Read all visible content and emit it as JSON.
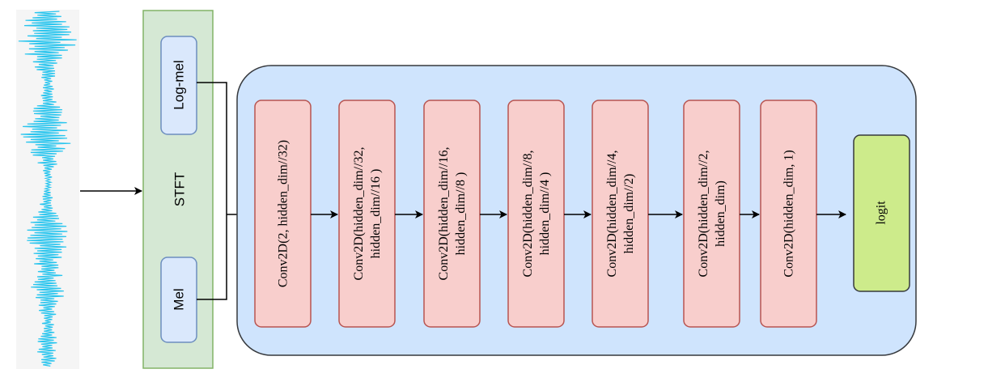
{
  "diagram": {
    "stft_label": "STFT",
    "logmel_label": "Log-mel",
    "mel_label": "Mel",
    "logit_label": "logit",
    "layers": [
      {
        "line1": "Conv2D(2, hidden_dim//32)",
        "line2": ""
      },
      {
        "line1": "Conv2D(hidden_dim//32,",
        "line2": "hidden_dim//16 )"
      },
      {
        "line1": "Conv2D(hidden_dim//16,",
        "line2": "hidden_dim//8 )"
      },
      {
        "line1": "Conv2D(hidden_dim//8,",
        "line2": "hidden_dim//4 )"
      },
      {
        "line1": "Conv2D(hidden_dim//4,",
        "line2": "hidden_dim//2)"
      },
      {
        "line1": "Conv2D(hidden_dim//2,",
        "line2": "hidden_dim)"
      },
      {
        "line1": "Conv2D(hidden_dim, 1)",
        "line2": ""
      }
    ]
  },
  "colors": {
    "waveform": "#29c5ee",
    "waveform_bg": "#f5f5f5",
    "stft_fill": "#d5e8d4",
    "stft_stroke": "#82b366",
    "feature_fill": "#dae8fc",
    "feature_stroke": "#6c8ebf",
    "network_fill": "#cfe4fd",
    "network_stroke": "#36393d",
    "layer_fill": "#f8cecc",
    "layer_stroke": "#b85450",
    "logit_fill": "#cdeb8b",
    "logit_stroke": "#36393d"
  }
}
